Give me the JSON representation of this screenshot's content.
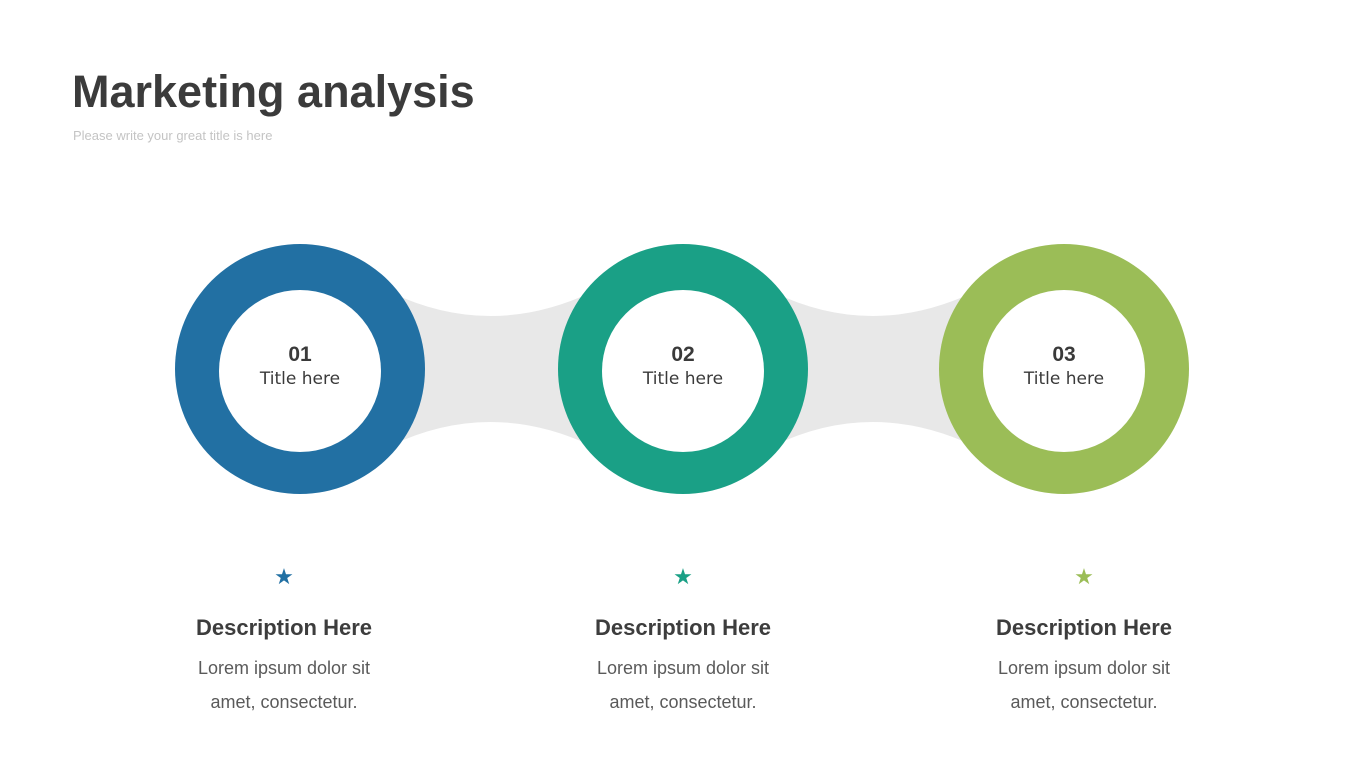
{
  "header": {
    "title": "Marketing analysis",
    "subtitle": "Please write your great title is here"
  },
  "colors": {
    "step1": "#2270a3",
    "step2": "#1aa086",
    "step3": "#9bbd57",
    "connector": "#e8e8e8"
  },
  "steps": [
    {
      "number": "01",
      "title": "Title here",
      "icon": "star-icon",
      "heading": "Description Here",
      "line1": "Lorem ipsum dolor sit",
      "line2": "amet, consectetur."
    },
    {
      "number": "02",
      "title": "Title here",
      "icon": "star-icon",
      "heading": "Description Here",
      "line1": "Lorem ipsum dolor sit",
      "line2": "amet, consectetur."
    },
    {
      "number": "03",
      "title": "Title here",
      "icon": "star-icon",
      "heading": "Description Here",
      "line1": "Lorem ipsum dolor sit",
      "line2": "amet, consectetur."
    }
  ]
}
